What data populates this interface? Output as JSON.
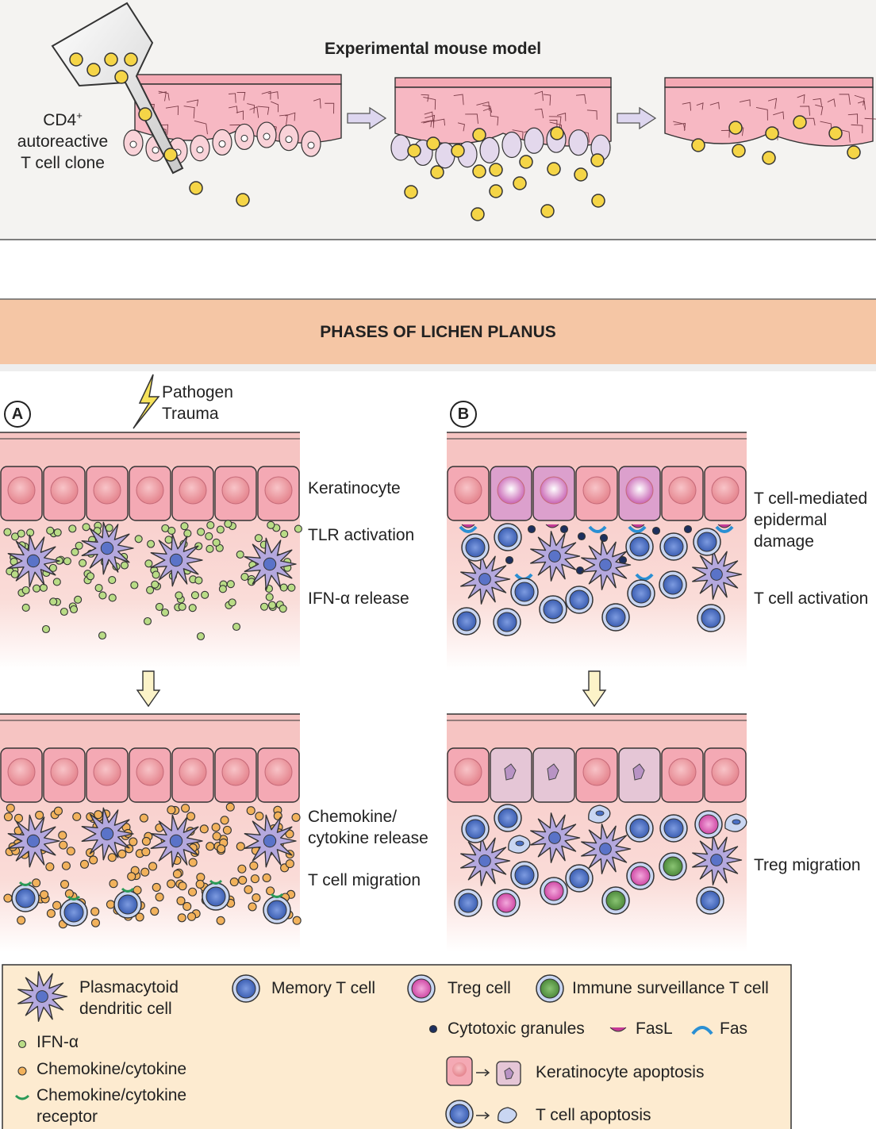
{
  "mouse_model": {
    "title": "Experimental mouse model",
    "clone_label_line1": "CD4",
    "clone_label_sup": "+",
    "clone_label_line2": "autoreactive",
    "clone_label_line3": "T cell clone"
  },
  "banner": {
    "title": "PHASES OF LICHEN PLANUS"
  },
  "panel_a": {
    "letter": "A",
    "trigger_line1": "Pathogen",
    "trigger_line2": "Trauma",
    "keratinocyte": "Keratinocyte",
    "tlr": "TLR activation",
    "ifn_release": "IFN-α release",
    "chemokine_line1": "Chemokine/",
    "chemokine_line2": "cytokine release",
    "t_cell_migration": "T cell migration"
  },
  "panel_b": {
    "letter": "B",
    "damage_line1": "T cell-mediated",
    "damage_line2": "epidermal",
    "damage_line3": "damage",
    "activation": "T cell activation",
    "treg_migration": "Treg migration"
  },
  "legend": {
    "pdc_line1": "Plasmacytoid",
    "pdc_line2": "dendritic cell",
    "memory_t": "Memory T cell",
    "treg": "Treg cell",
    "immune_surveillance": "Immune surveillance T cell",
    "ifn": "IFN-α",
    "chemokine": "Chemokine/cytokine",
    "receptor_line1": "Chemokine/cytokine",
    "receptor_line2": "receptor",
    "granules": "Cytotoxic granules",
    "fasl": "FasL",
    "fas": "Fas",
    "kc_apoptosis": "Keratinocyte apoptosis",
    "t_apoptosis": "T cell apoptosis"
  },
  "colors": {
    "skin_pink": "#f4bcc0",
    "epidermis_pink": "#f4a9b4",
    "banner_orange": "#f5c6a5",
    "legend_bg": "#fdebd0",
    "memory_t_blue": "#4a6fc4",
    "treg_pink": "#e066b8",
    "surveillance_green": "#5b9a4a",
    "ifn_green": "#b9dc86",
    "chemokine_orange": "#f2b25c",
    "pdc_purple": "#8c7cc4",
    "yellow_cell": "#f5d547"
  }
}
